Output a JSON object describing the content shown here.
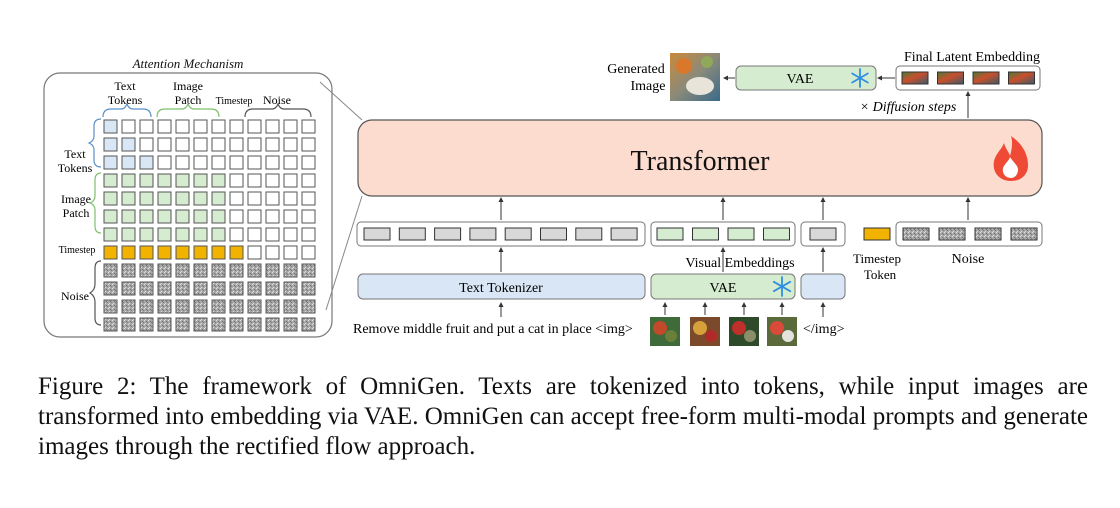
{
  "attention": {
    "title": "Attention Mechanism",
    "col_text_tokens": [
      "Text",
      "Tokens"
    ],
    "col_image_patch": [
      "Image",
      "Patch"
    ],
    "col_timestep": "Timestep",
    "col_noise": "Noise",
    "row_text_tokens": [
      "Text",
      "Tokens"
    ],
    "row_image_patch": [
      "Image",
      "Patch"
    ],
    "row_timestep": "Timestep",
    "row_noise": "Noise"
  },
  "pipeline": {
    "transformer": "Transformer",
    "text_tokenizer": "Text Tokenizer",
    "vae_input": "VAE",
    "vae_output": "VAE",
    "visual_embeddings": "Visual Embeddings",
    "timestep_token": [
      "Timestep",
      "Token"
    ],
    "noise": "Noise",
    "prompt_text": "Remove middle fruit and put a cat in place <img>",
    "img_close": "</img>",
    "generated_image": [
      "Generated",
      "Image"
    ],
    "final_latent": "Final Latent Embedding",
    "diffusion_steps": "× Diffusion steps"
  },
  "caption": "Figure 2: The framework of OmniGen. Texts are tokenized into tokens, while input images are transformed into embedding via VAE. OmniGen can accept free-form multi-modal prompts and generate images through the rectified flow approach.",
  "colors": {
    "text_token": "#d9e6f5",
    "image_patch": "#d6ecd0",
    "timestep": "#f2b200",
    "noise": "#c9c9c9",
    "transformer_fill": "#fbdccf",
    "snowflake": "#2f8ee0",
    "flame": "#ee4a35"
  },
  "icons": [
    "snowflake-icon",
    "flame-icon"
  ]
}
